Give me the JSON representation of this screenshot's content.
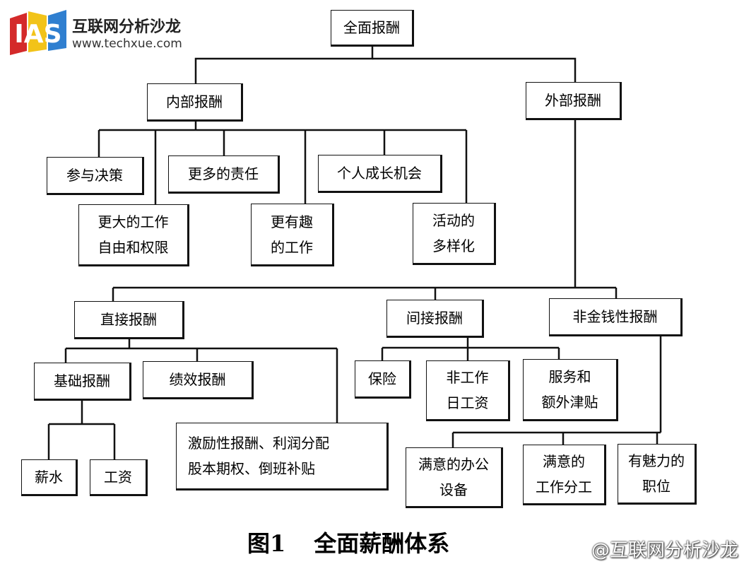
{
  "logo": {
    "mark_text": "IAS",
    "name": "互联网分析沙龙",
    "url": "www.techxue.com"
  },
  "nodes": {
    "root": [
      "全面报酬"
    ],
    "internal": [
      "内部报酬"
    ],
    "external": [
      "外部报酬"
    ],
    "decision": [
      "参与决策"
    ],
    "responsibility": [
      "更多的责任"
    ],
    "growth": [
      "个人成长机会"
    ],
    "freedom": [
      "更大的工作",
      "自由和权限"
    ],
    "interesting": [
      "更有趣",
      "的工作"
    ],
    "variety": [
      "活动的",
      "多样化"
    ],
    "direct": [
      "直接报酬"
    ],
    "indirect": [
      "间接报酬"
    ],
    "nonmonetary": [
      "非金钱性报酬"
    ],
    "base": [
      "基础报酬"
    ],
    "performance": [
      "绩效报酬"
    ],
    "incentive": [
      "激励性报酬、利润分配",
      "股本期权、倒班补贴"
    ],
    "salary": [
      "薪水"
    ],
    "wage": [
      "工资"
    ],
    "insurance": [
      "保险"
    ],
    "paid_leave": [
      "非工作",
      "日工资"
    ],
    "services": [
      "服务和",
      "额外津贴"
    ],
    "office": [
      "满意的办公",
      "设备"
    ],
    "work_division": [
      "满意的",
      "工作分工"
    ],
    "attractive_position": [
      "有魅力的",
      "职位"
    ]
  },
  "caption": {
    "figure": "图1",
    "title": "全面薪酬体系"
  },
  "watermark": "@互联网分析沙龙",
  "colors": {
    "line": "#111111",
    "logo_red": "#d42a2a",
    "logo_yellow": "#f2c319",
    "logo_blue": "#2f7fd0"
  }
}
